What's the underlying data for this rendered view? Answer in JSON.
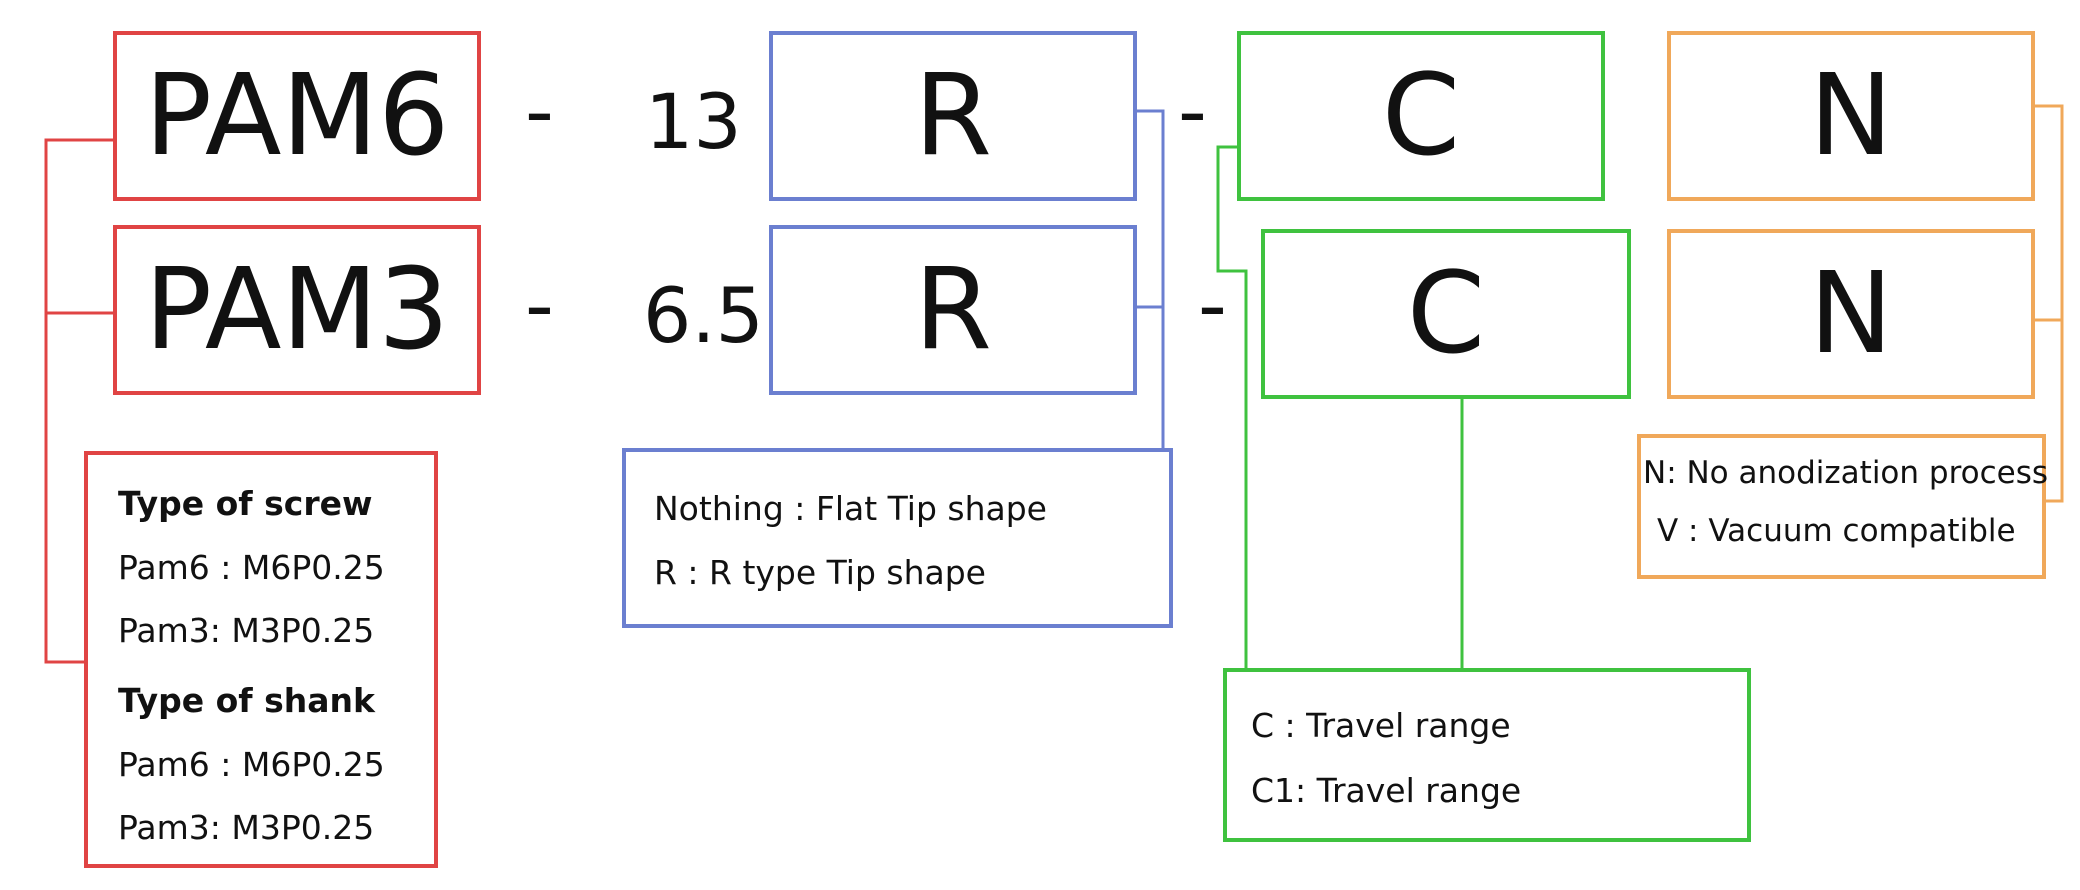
{
  "row1": {
    "model": "PAM6",
    "sep1": "-",
    "size": "13",
    "tip": "R",
    "sep2": "-",
    "travel": "C",
    "finish": "N"
  },
  "row2": {
    "model": "PAM3",
    "sep1": "-",
    "size": "6.5",
    "tip": "R",
    "sep2": "-",
    "travel": "C",
    "finish": "N"
  },
  "legend_model": {
    "screw_heading": "Type of screw",
    "screw_items": [
      "Pam6 :  M6P0.25",
      "Pam3:   M3P0.25"
    ],
    "shank_heading": "Type of shank",
    "shank_items": [
      "Pam6 :  M6P0.25",
      "Pam3:   M3P0.25"
    ]
  },
  "legend_tip": {
    "items": [
      "Nothing :  Flat Tip shape",
      "R  :  R type Tip shape"
    ]
  },
  "legend_travel": {
    "items": [
      "C : Travel range",
      "C1: Travel range"
    ]
  },
  "legend_finish": {
    "items": [
      "N: No anodization process",
      "V : Vacuum compatible"
    ]
  },
  "colors": {
    "model": "#e04444",
    "tip": "#6b7fd0",
    "travel": "#3fc23f",
    "finish": "#f0a85a"
  }
}
